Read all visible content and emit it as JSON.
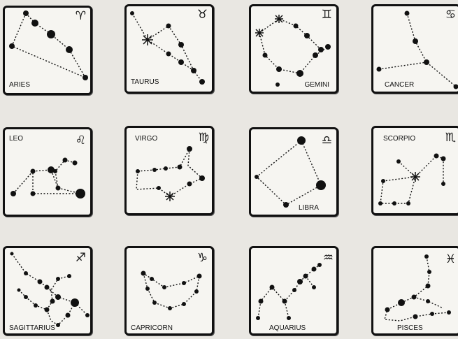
{
  "signs": [
    {
      "name": "ARIES",
      "symbol": "♈"
    },
    {
      "name": "TAURUS",
      "symbol": "♉"
    },
    {
      "name": "GEMINI",
      "symbol": "♊"
    },
    {
      "name": "CANCER",
      "symbol": "♋"
    },
    {
      "name": "LEO",
      "symbol": "♌"
    },
    {
      "name": "VIRGO",
      "symbol": "♍"
    },
    {
      "name": "LIBRA",
      "symbol": "♎"
    },
    {
      "name": "SCORPIO",
      "symbol": "♏"
    },
    {
      "name": "SAGITTARIUS",
      "symbol": "♐"
    },
    {
      "name": "CAPRICORN",
      "symbol": "♑"
    },
    {
      "name": "AQUARIUS",
      "symbol": "♒"
    },
    {
      "name": "PISCES",
      "symbol": "♓"
    }
  ]
}
